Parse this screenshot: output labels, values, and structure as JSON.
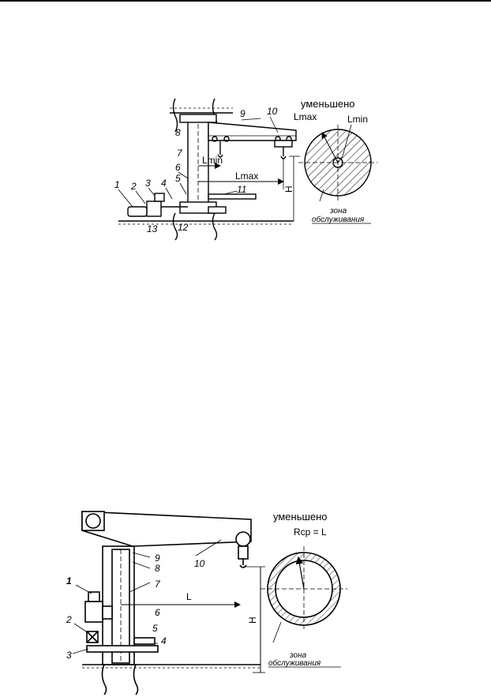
{
  "diagram1": {
    "labels": [
      "1",
      "2",
      "3",
      "4",
      "5",
      "6",
      "7",
      "8",
      "9",
      "10",
      "11",
      "12",
      "13"
    ],
    "dims": {
      "lmin": "Lmin",
      "lmax": "Lmax",
      "h": "H"
    },
    "plan": {
      "title": "уменьшено",
      "lmax": "Lmax",
      "lmin": "Lmin",
      "zone_top": "зона",
      "zone_bottom": "обслуживания"
    }
  },
  "diagram2": {
    "labels": [
      "1",
      "2",
      "3",
      "4",
      "5",
      "6",
      "7",
      "8",
      "9",
      "10"
    ],
    "dims": {
      "l": "L",
      "h": "H"
    },
    "plan": {
      "title": "уменьшено",
      "rcp": "Rср = L",
      "zone_top": "зона",
      "zone_bottom": "обслуживания"
    }
  }
}
